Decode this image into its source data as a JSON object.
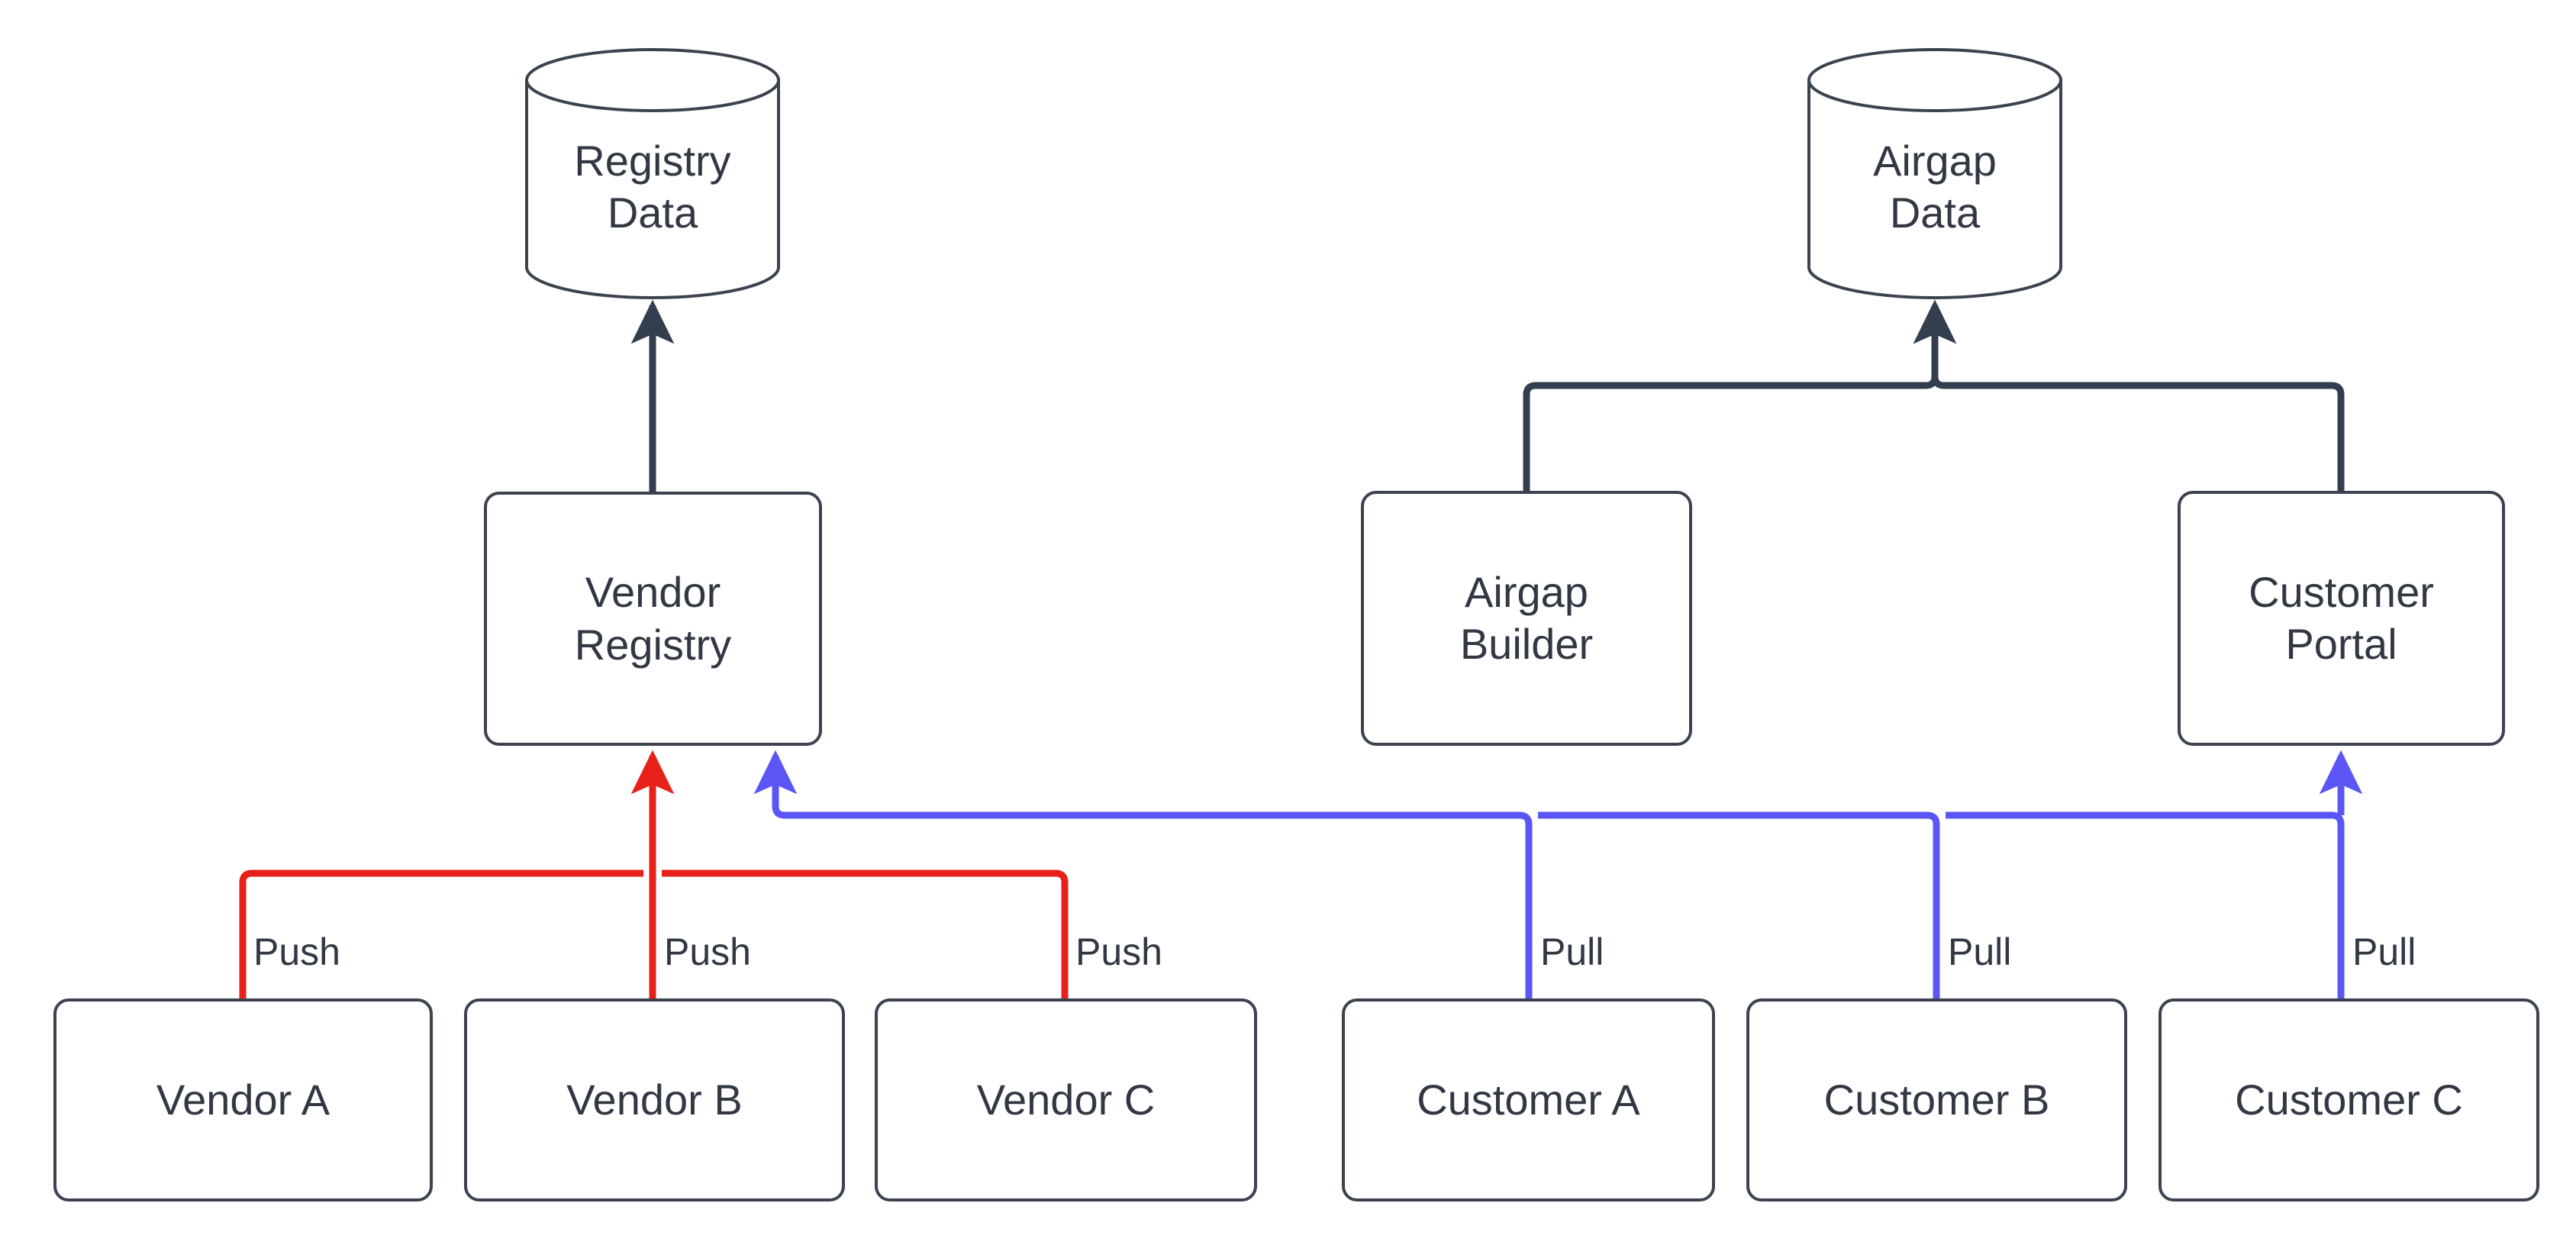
{
  "diagram": {
    "type": "flowchart",
    "title": "",
    "background": "#ffffff",
    "colors": {
      "node_stroke": "#3b4350",
      "node_fill": "#ffffff",
      "text": "#313844",
      "push_edge": "#e8201a",
      "pull_edge": "#5c55f5",
      "default_edge": "#333f4f"
    },
    "datastores": [
      {
        "id": "registry-data",
        "label": "Registry\nData",
        "shape": "cylinder"
      },
      {
        "id": "airgap-data",
        "label": "Airgap\nData",
        "shape": "cylinder"
      }
    ],
    "services": [
      {
        "id": "vendor-registry",
        "label": "Vendor\nRegistry",
        "shape": "rounded-rect"
      },
      {
        "id": "airgap-builder",
        "label": "Airgap\nBuilder",
        "shape": "rounded-rect"
      },
      {
        "id": "customer-portal",
        "label": "Customer\nPortal",
        "shape": "rounded-rect"
      }
    ],
    "actors": [
      {
        "id": "vendor-a",
        "label": "Vendor A",
        "shape": "rounded-rect"
      },
      {
        "id": "vendor-b",
        "label": "Vendor B",
        "shape": "rounded-rect"
      },
      {
        "id": "vendor-c",
        "label": "Vendor C",
        "shape": "rounded-rect"
      },
      {
        "id": "customer-a",
        "label": "Customer A",
        "shape": "rounded-rect"
      },
      {
        "id": "customer-b",
        "label": "Customer B",
        "shape": "rounded-rect"
      },
      {
        "id": "customer-c",
        "label": "Customer C",
        "shape": "rounded-rect"
      }
    ],
    "edges": [
      {
        "id": "vendor-registry-to-registry-data",
        "from": "vendor-registry",
        "to": "registry-data",
        "label": "",
        "color": "#333f4f",
        "arrow": true
      },
      {
        "id": "airgap-builder-to-airgap-data",
        "from": "airgap-builder",
        "to": "airgap-data",
        "label": "",
        "color": "#333f4f",
        "arrow": true
      },
      {
        "id": "customer-portal-to-airgap-data",
        "from": "customer-portal",
        "to": "airgap-data",
        "label": "",
        "color": "#333f4f",
        "arrow": true
      },
      {
        "id": "vendor-a-push",
        "from": "vendor-a",
        "to": "vendor-registry",
        "label": "Push",
        "color": "#e8201a",
        "arrow": true
      },
      {
        "id": "vendor-b-push",
        "from": "vendor-b",
        "to": "vendor-registry",
        "label": "Push",
        "color": "#e8201a",
        "arrow": true
      },
      {
        "id": "vendor-c-push",
        "from": "vendor-c",
        "to": "vendor-registry",
        "label": "Push",
        "color": "#e8201a",
        "arrow": true
      },
      {
        "id": "customer-a-pull",
        "from": "customer-a",
        "to": "vendor-registry",
        "label": "Pull",
        "color": "#5c55f5",
        "arrow": true
      },
      {
        "id": "customer-b-pull",
        "from": "customer-b",
        "to": "vendor-registry",
        "label": "Pull",
        "color": "#5c55f5",
        "arrow": true
      },
      {
        "id": "customer-c-pull",
        "from": "customer-c",
        "to": "customer-portal",
        "label": "Pull",
        "color": "#5c55f5",
        "arrow": true
      }
    ]
  }
}
